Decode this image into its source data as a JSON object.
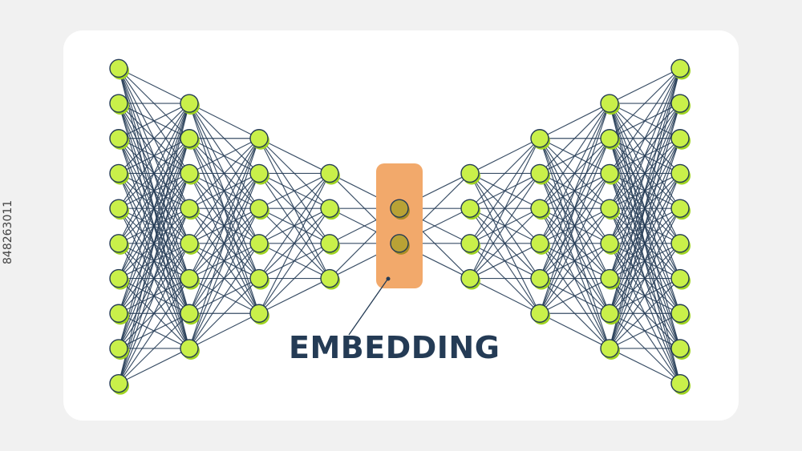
{
  "diagram": {
    "label": "EMBEDDING",
    "layers": [
      10,
      8,
      6,
      4,
      2,
      4,
      6,
      8,
      10
    ],
    "embedding_layer_index": 4,
    "colors": {
      "background": "#f1f1f1",
      "card": "#ffffff",
      "node_fill": "#c9f04a",
      "node_shadow": "#9fd420",
      "node_stroke": "#243b55",
      "edge": "#243b55",
      "embedding_box": "#f2a96b",
      "embedding_node": "#b9a235",
      "label": "#243b55"
    }
  },
  "watermark": {
    "stock_id": "848263011"
  }
}
